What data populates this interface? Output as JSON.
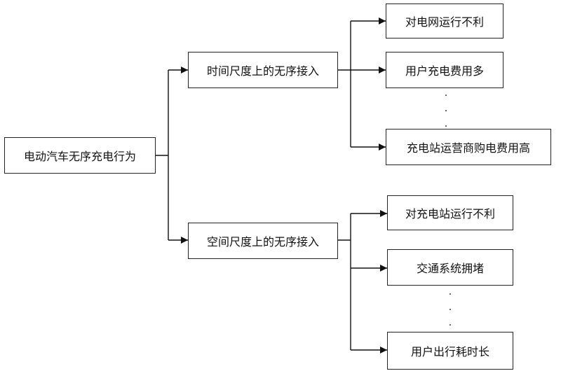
{
  "root": {
    "label": "电动汽车无序充电行为"
  },
  "branches": [
    {
      "label": "时间尺度上的无序接入",
      "effects": [
        "对电网运行不利",
        "用户充电费用多",
        "充电站运营商购电费用高"
      ]
    },
    {
      "label": "空间尺度上的无序接入",
      "effects": [
        "对充电站运行不利",
        "交通系统拥堵",
        "用户出行耗时长"
      ]
    }
  ],
  "ellipsis": "·"
}
